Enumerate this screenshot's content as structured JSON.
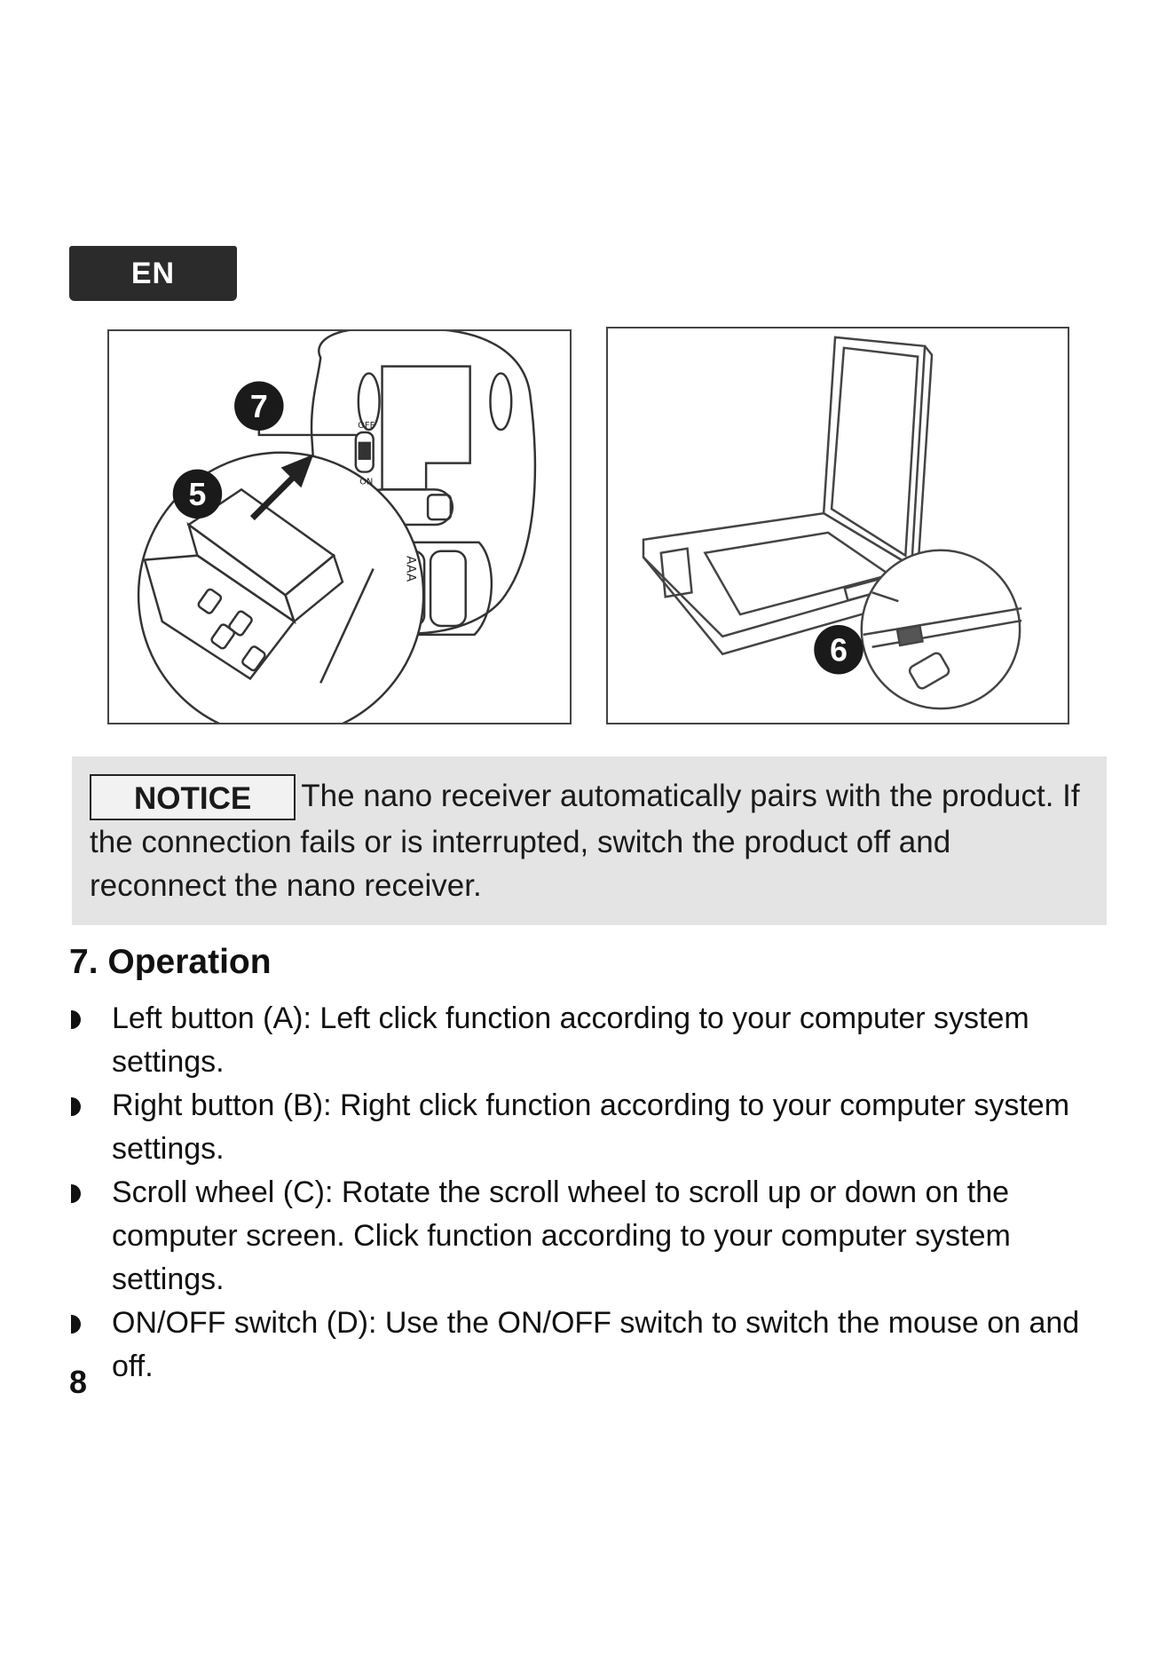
{
  "header": {
    "language_tab": "EN"
  },
  "figures": {
    "left": {
      "callouts": [
        "7",
        "5"
      ],
      "switch_labels": [
        "OFF",
        "ON"
      ],
      "battery_label": "AAA"
    },
    "right": {
      "callouts": [
        "6"
      ]
    }
  },
  "notice": {
    "label": "NOTICE",
    "text": "The nano receiver automatically pairs with the product. If the connection fails or is interrupted, switch the product off and reconnect the nano receiver."
  },
  "section": {
    "title": "7. Operation",
    "items": [
      "Left button (A): Left click function according to your computer system settings.",
      "Right button (B): Right click function according to your computer system settings.",
      "Scroll wheel (C): Rotate the scroll wheel to scroll up or down on the computer screen. Click function according to your computer system settings.",
      "ON/OFF switch (D): Use the ON/OFF switch to switch the mouse on and off."
    ]
  },
  "footer": {
    "page_number": "8"
  },
  "colors": {
    "tab_background": "#2b2b2b",
    "notice_background": "#e4e4e4",
    "text": "#111111"
  }
}
